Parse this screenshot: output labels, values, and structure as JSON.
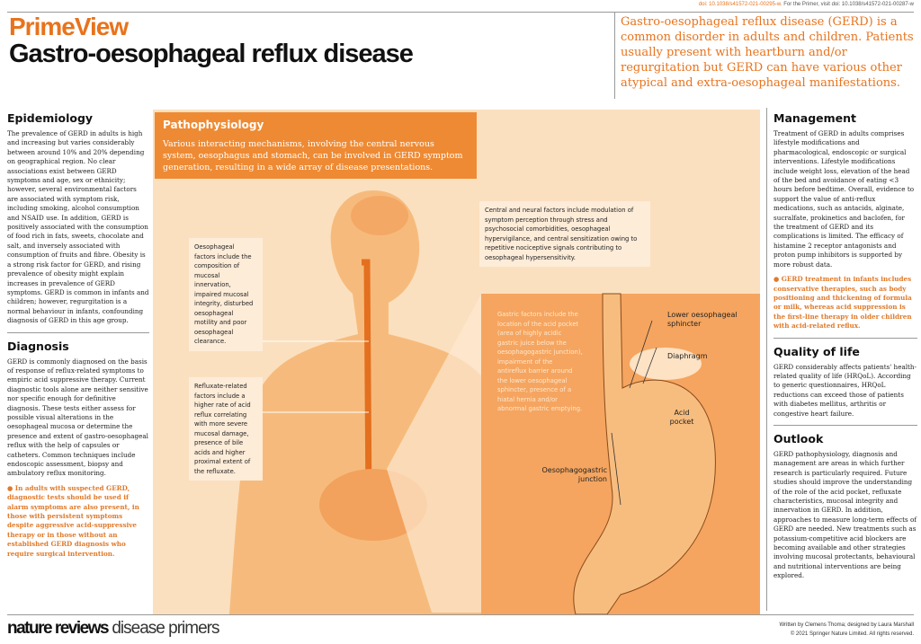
{
  "header": {
    "doi_prefix": "doi: 10.1038/s41572-021-00295-w.",
    "doi_suffix": "For the Primer, visit doi: 10.1038/s41572-021-00287-w",
    "brand": "PrimeView",
    "title": "Gastro-oesophageal reflux disease",
    "intro": "Gastro-oesophageal reflux disease (GERD) is a common disorder in adults and children. Patients usually present with heartburn and/or regurgitation but GERD can have various other atypical and extra-oesophageal manifestations."
  },
  "left": {
    "epidemiology": {
      "heading": "Epidemiology",
      "body": "The prevalence of GERD in adults is high and increasing but varies considerably between around 10% and 20% depending on geographical region. No clear associations exist between GERD symptoms and age, sex or ethnicity; however, several environmental factors are associated with symptom risk, including smoking, alcohol consumption and NSAID use. In addition, GERD is positively associated with the consumption of food rich in fats, sweets, chocolate and salt, and inversely associated with consumption of fruits and fibre. Obesity is a strong risk factor for GERD, and rising prevalence of obesity might explain increases in prevalence of GERD symptoms. GERD is common in infants and children; however, regurgitation is a normal behaviour in infants, confounding diagnosis of GERD in this age group."
    },
    "diagnosis": {
      "heading": "Diagnosis",
      "body": "GERD is commonly diagnosed on the basis of response of reflux-related symptoms to empiric acid suppressive therapy. Current diagnostic tools alone are neither sensitive nor specific enough for definitive diagnosis. These tests either assess for possible visual alterations in the oesophageal mucosa or determine the presence and extent of gastro-oesophageal reflux with the help of capsules or catheters. Common techniques include endoscopic assessment, biopsy and ambulatory reflux monitoring.",
      "note": "● In adults with suspected GERD, diagnostic tests should be used if alarm symptoms are also present, in those with persistent symptoms despite aggressive acid-suppressive therapy or in those without an established GERD diagnosis who require surgical intervention."
    }
  },
  "center": {
    "heading": "Pathophysiology",
    "intro": "Various interacting mechanisms, involving the central nervous system, oesophagus and stomach, can be involved in GERD symptom generation, resulting in a wide array of disease presentations.",
    "oesophageal": "Oesophageal factors include the composition of mucosal innervation, impaired mucosal integrity, disturbed oesophageal motility and poor oesophageal clearance.",
    "refluxate": "Refluxate-related factors include a higher rate of acid reflux correlating with more severe mucosal damage, presence of bile acids and higher proximal extent of the refluxate.",
    "central": "Central and neural factors include modulation of symptom perception through stress and psychosocial comorbidities, oesophageal hypervigilance, and central sensitization owing to repetitive nociceptive signals contributing to oesophageal hypersensitivity.",
    "gastric": "Gastric factors include the location of the acid pocket (area of highly acidic gastric juice below the oesophagogastric junction), impairment of the antireflux barrier around the lower oesophageal sphincter, presence of a hiatal hernia and/or abnormal gastric emptying.",
    "labels": {
      "les": "Lower oesophageal sphincter",
      "diaphragm": "Diaphragm",
      "acid_pocket": "Acid pocket",
      "ogj": "Oesophagogastric junction"
    }
  },
  "right": {
    "management": {
      "heading": "Management",
      "body": "Treatment of GERD in adults comprises lifestyle modifications and pharmacological, endoscopic or surgical interventions. Lifestyle modifications include weight loss, elevation of the head of the bed and avoidance of eating <3 hours before bedtime. Overall, evidence to support the value of anti-reflux medications, such as antacids, alginate, sucralfate, prokinetics and baclofen, for the treatment of GERD and its complications is limited. The efficacy of histamine 2 receptor antagonists and proton pump inhibitors is supported by more robust data.",
      "note": "● GERD treatment in infants includes conservative therapies, such as body positioning and thickening of formula or milk, whereas acid suppression is the first-line therapy in older children with acid-related reflux."
    },
    "quality": {
      "heading": "Quality of life",
      "body": "GERD considerably affects patients' health-related quality of life (HRQoL). According to generic questionnaires, HRQoL reductions can exceed those of patients with diabetes mellitus, arthritis or congestive heart failure."
    },
    "outlook": {
      "heading": "Outlook",
      "body": "GERD pathophysiology, diagnosis and management are areas in which further research is particularly required. Future studies should improve the understanding of the role of the acid pocket, refluxate characteristics, mucosal integrity and innervation in GERD. In addition, approaches to measure long-term effects of GERD are needed. New treatments such as potassium-competitive acid blockers are becoming available and other strategies involving mucosal protectants, behavioural and nutritional interventions are being explored."
    }
  },
  "footer": {
    "logo_bold": "nature reviews",
    "logo_light": " disease primers",
    "credit1": "Written by Clemens Thoma; designed by Laura Marshall",
    "credit2": "© 2021 Springer Nature Limited. All rights reserved."
  }
}
